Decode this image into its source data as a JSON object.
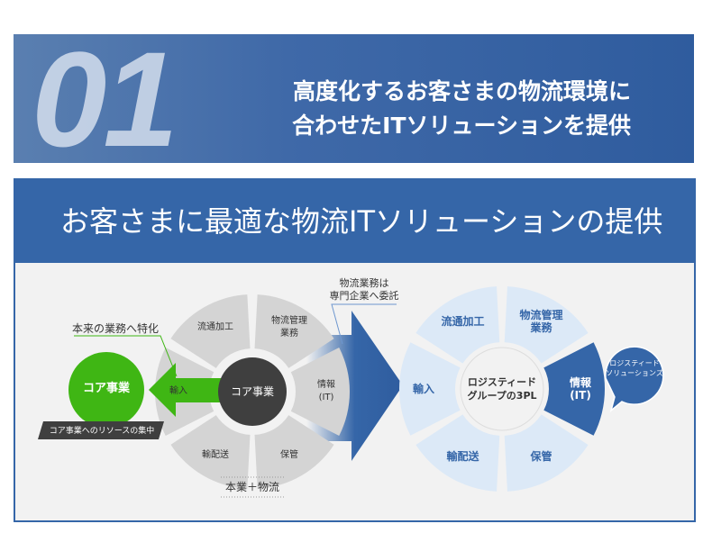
{
  "banner": {
    "number": "01",
    "line1": "高度化するお客さまの物流環境に",
    "line2": "合わせたITソリューションを提供"
  },
  "section": {
    "title": "お客さまに最適な物流ITソリューションの提供"
  },
  "left": {
    "specialize_label": "本来の業務へ特化",
    "core_label": "コア事業",
    "resource_label": "コア事業へのリソースの集中",
    "center_label": "コア事業",
    "footer": "本業＋物流",
    "segments": [
      "情報\n(IT)",
      "物流管理\n業務",
      "流通加工",
      "輸入",
      "輸配送",
      "保管"
    ]
  },
  "outsource": {
    "line1": "物流業務は",
    "line2": "専門企業へ委託"
  },
  "right": {
    "center_line1": "ロジスティード",
    "center_line2": "グループの3PL",
    "bubble_line1": "ロジスティード",
    "bubble_line2": "ソリューションズ",
    "segments": [
      "情報\n(IT)",
      "物流管理\n業務",
      "流通加工",
      "輸入",
      "輸配送",
      "保管"
    ]
  },
  "colors": {
    "blue": "#3566a8",
    "light_blue": "#dce9f7",
    "green": "#3fb614",
    "gray": "#d4d4d4",
    "dark": "#3f3f3f"
  }
}
